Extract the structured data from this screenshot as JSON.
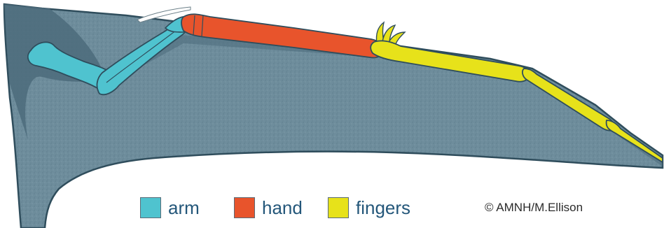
{
  "legend": {
    "items": [
      {
        "label": "arm",
        "color": "#4fc3cf"
      },
      {
        "label": "hand",
        "color": "#e8542c"
      },
      {
        "label": "fingers",
        "color": "#e7e21a"
      }
    ]
  },
  "credit": "© AMNH/M.Ellison",
  "colors": {
    "membrane": "#6b8a99",
    "membrane_dark": "#4c6b7b",
    "membrane_edge": "#2f4d5c",
    "arm": "#4fc3cf",
    "hand": "#e8542c",
    "fingers": "#e7e21a",
    "background": "#ffffff"
  },
  "icons": {
    "claws": "curved-claws-icon"
  }
}
